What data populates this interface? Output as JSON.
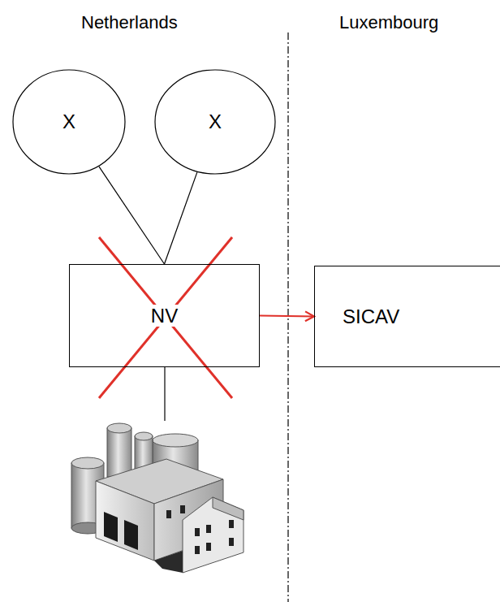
{
  "diagram": {
    "nodes": [
      {
        "text": [
          "X"
        ]
      },
      {
        "text": [
          "X"
        ]
      },
      {
        "text": [
          "NV"
        ]
      },
      {
        "text": [
          "SICAV"
        ]
      }
    ],
    "edges": [
      {
        "from": 0,
        "to": 2,
        "arrow": "none"
      },
      {
        "from": 1,
        "to": 2,
        "arrow": "none"
      },
      {
        "from": 2,
        "to": 3,
        "arrow": "to"
      }
    ],
    "labels": [
      "Netherlands",
      "Luxembourg"
    ]
  }
}
